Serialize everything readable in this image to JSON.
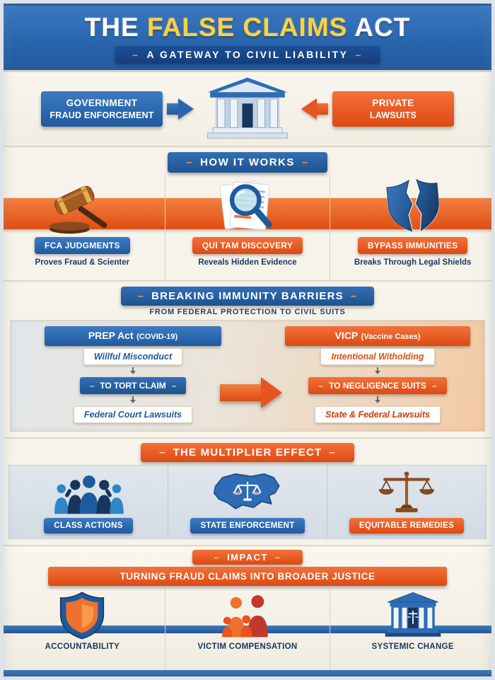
{
  "ui": {
    "dash": "–"
  },
  "colors": {
    "blue": "#1f5a9e",
    "orange": "#e8541d",
    "gold": "#ffd23d",
    "navy": "#16365c"
  },
  "header": {
    "word1": "THE",
    "word2": "FALSE CLAIMS",
    "word3": "ACT",
    "subtitle": "A GATEWAY TO CIVIL LIABILITY"
  },
  "gateway": {
    "left_line1": "GOVERNMENT",
    "left_line2": "FRAUD ENFORCEMENT",
    "right_line1": "PRIVATE",
    "right_line2": "LAWSUITS"
  },
  "how": {
    "banner": "HOW IT WORKS",
    "items": [
      {
        "label": "FCA JUDGMENTS",
        "desc": "Proves Fraud & Scienter"
      },
      {
        "label": "QUI TAM DISCOVERY",
        "desc": "Reveals Hidden Evidence"
      },
      {
        "label": "BYPASS IMMUNITIES",
        "desc": "Breaks Through Legal Shields"
      }
    ]
  },
  "barriers": {
    "banner": "BREAKING IMMUNITY BARRIERS",
    "subtitle": "FROM FEDERAL PROTECTION TO CIVIL SUITS",
    "left": {
      "header_main": "PREP Act",
      "header_sub": "(COVID-19)",
      "step1": "Willful Misconduct",
      "step2": "TO TORT CLAIM",
      "step3": "Federal Court Lawsuits"
    },
    "right": {
      "header_main": "VICP",
      "header_sub": "(Vaccine Cases)",
      "step1": "Intentional Witholding",
      "step2": "TO NEGLIGENCE SUITS",
      "step3": "State & Federal Lawsuits"
    }
  },
  "multiplier": {
    "banner": "THE MULTIPLIER EFFECT",
    "items": [
      {
        "label": "CLASS ACTIONS"
      },
      {
        "label": "STATE ENFORCEMENT"
      },
      {
        "label": "EQUITABLE REMEDIES"
      }
    ]
  },
  "impact": {
    "banner": "IMPACT",
    "subbanner": "TURNING FRAUD CLAIMS INTO BROADER JUSTICE",
    "items": [
      {
        "label": "ACCOUNTABILITY"
      },
      {
        "label": "VICTIM COMPENSATION"
      },
      {
        "label": "SYSTEMIC CHANGE"
      }
    ]
  }
}
